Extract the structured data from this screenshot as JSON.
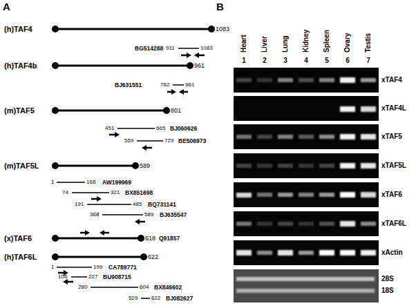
{
  "diagram": {
    "labels": [
      "A",
      "(h)TAF4",
      "1083",
      "BG514288",
      "911",
      "1083",
      "(h)TAF4b",
      "961",
      "BJ631551",
      "762",
      "961",
      "(m)TAF5",
      "801",
      "451",
      "665",
      "BJ060626",
      "559",
      "729",
      "BE506973",
      "(m)TAF5L",
      "589",
      "1",
      "168",
      "AW199969",
      "74",
      "321",
      "BX851698",
      "191",
      "485",
      "BQ731141",
      "368",
      "589",
      "BJ635547",
      "(x)TAF6",
      "618",
      "Q91857",
      "(h)TAF6L",
      "622",
      "1",
      "199",
      "CA789771",
      "106",
      "227",
      "BU908715",
      "280",
      "604",
      "BX846602",
      "529",
      "622",
      "BJ082627",
      "B",
      "Heart",
      "Liver",
      "Lung",
      "Kidney",
      "Spleen",
      "Ovary",
      "Testis",
      "1",
      "2",
      "3",
      "4",
      "5",
      "6",
      "7",
      "xTAF4",
      "xTAF4L",
      "xTAF5",
      "xTAF5L",
      "xTAF6",
      "xTAF6L",
      "xActin",
      "28S",
      "18S"
    ]
  }
}
